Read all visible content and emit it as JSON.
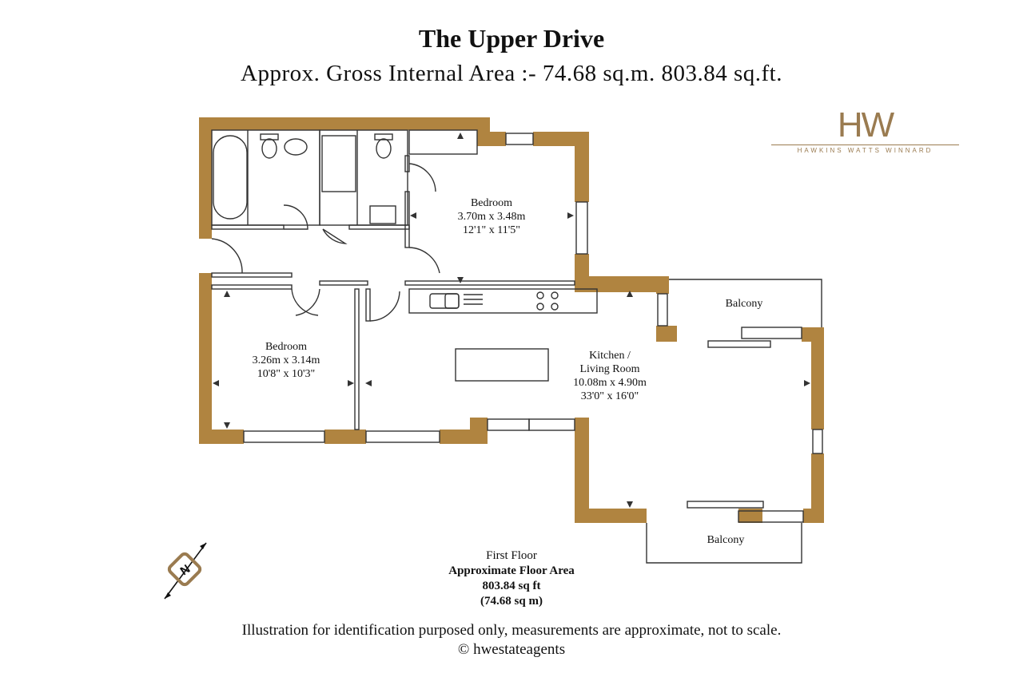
{
  "header": {
    "title": "The Upper Drive",
    "subtitle": "Approx. Gross Internal Area :- 74.68 sq.m. 803.84 sq.ft."
  },
  "logo": {
    "mark": "HW",
    "text": "HAWKINS WATTS WINNARD",
    "color": "#9a7b50"
  },
  "colors": {
    "wall": "#b08440",
    "line": "#333333"
  },
  "rooms": {
    "bedroom_1": {
      "name": "Bedroom",
      "metric": "3.70m x 3.48m",
      "imperial": "12'1\" x 11'5\""
    },
    "bedroom_2": {
      "name": "Bedroom",
      "metric": "3.26m x 3.14m",
      "imperial": "10'8\" x 10'3\""
    },
    "kitchen": {
      "name_line1": "Kitchen /",
      "name_line2": "Living Room",
      "metric": "10.08m x 4.90m",
      "imperial": "33'0\" x 16'0\""
    },
    "balcony_1": {
      "name": "Balcony"
    },
    "balcony_2": {
      "name": "Balcony"
    }
  },
  "floor": {
    "level": "First Floor",
    "area_label": "Approximate Floor Area",
    "area_sqft": "803.84 sq ft",
    "area_sqm": "(74.68 sq m)"
  },
  "compass": {
    "letter": "N"
  },
  "footer": {
    "disclaimer": "Illustration for identification purposed only, measurements are approximate, not to scale.",
    "copyright": "© hwestateagents"
  }
}
